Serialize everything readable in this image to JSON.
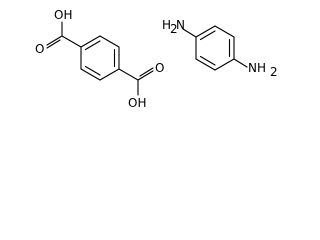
{
  "molecules": [
    {
      "name": "terephthalic-acid",
      "labels": {
        "top_oh": "OH",
        "top_o": "O",
        "bottom_oh": "OH",
        "bottom_o": "O"
      }
    },
    {
      "name": "p-phenylenediamine",
      "labels": {
        "top_nh2_main": "H",
        "top_nh2_sub": "2",
        "top_nh2_n": "N",
        "bottom_nh2_n": "NH",
        "bottom_nh2_sub": "2"
      }
    }
  ],
  "colors": {
    "bond": "#000000",
    "label": "#000000",
    "background": "#ffffff"
  }
}
